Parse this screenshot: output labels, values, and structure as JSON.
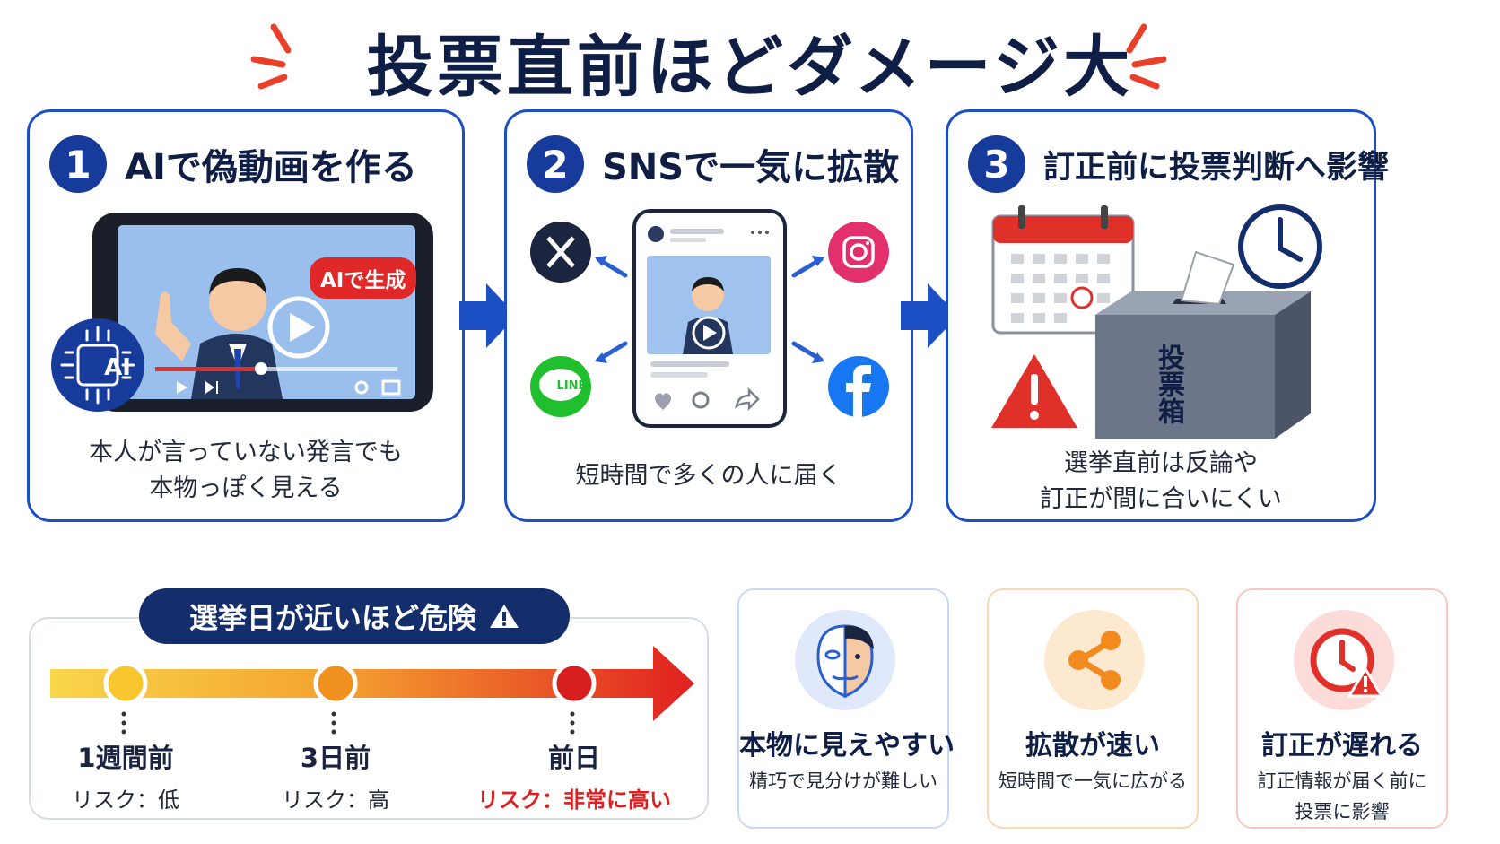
{
  "title": "投票直前ほどダメージ大",
  "steps": [
    {
      "number": "1",
      "title": "AIで偽動画を作る",
      "badge": "AIで生成",
      "ai_chip": "AI",
      "caption": [
        "本人が言っていない発言でも",
        "本物っぽく見える"
      ]
    },
    {
      "number": "2",
      "title": "SNSで一気に拡散",
      "line_label": "LINE",
      "caption": [
        "短時間で多くの人に届く"
      ]
    },
    {
      "number": "3",
      "title": "訂正前に投票判断へ影響",
      "ballot_label": "投票箱",
      "caption": [
        "選挙直前は反論や",
        "訂正が間に合いにくい"
      ]
    }
  ],
  "timeline": {
    "heading": "選挙日が近いほど危険",
    "points": [
      {
        "when": "1週間前",
        "risk": "リスク：低"
      },
      {
        "when": "3日前",
        "risk": "リスク：高"
      },
      {
        "when": "前日",
        "risk": "リスク：非常に高い"
      }
    ]
  },
  "features": [
    {
      "title": "本物に見えやすい",
      "desc": [
        "精巧で見分けが難しい"
      ],
      "accent": "#2a5fd0"
    },
    {
      "title": "拡散が速い",
      "desc": [
        "短時間で一気に広がる"
      ],
      "accent": "#f28a1e"
    },
    {
      "title": "訂正が遅れる",
      "desc": [
        "訂正情報が届く前に",
        "投票に影響"
      ],
      "accent": "#e0302a"
    }
  ],
  "colors": {
    "navy": "#142d6b",
    "blue": "#1d4fc4",
    "red": "#e02020",
    "orange": "#f28a1e"
  }
}
